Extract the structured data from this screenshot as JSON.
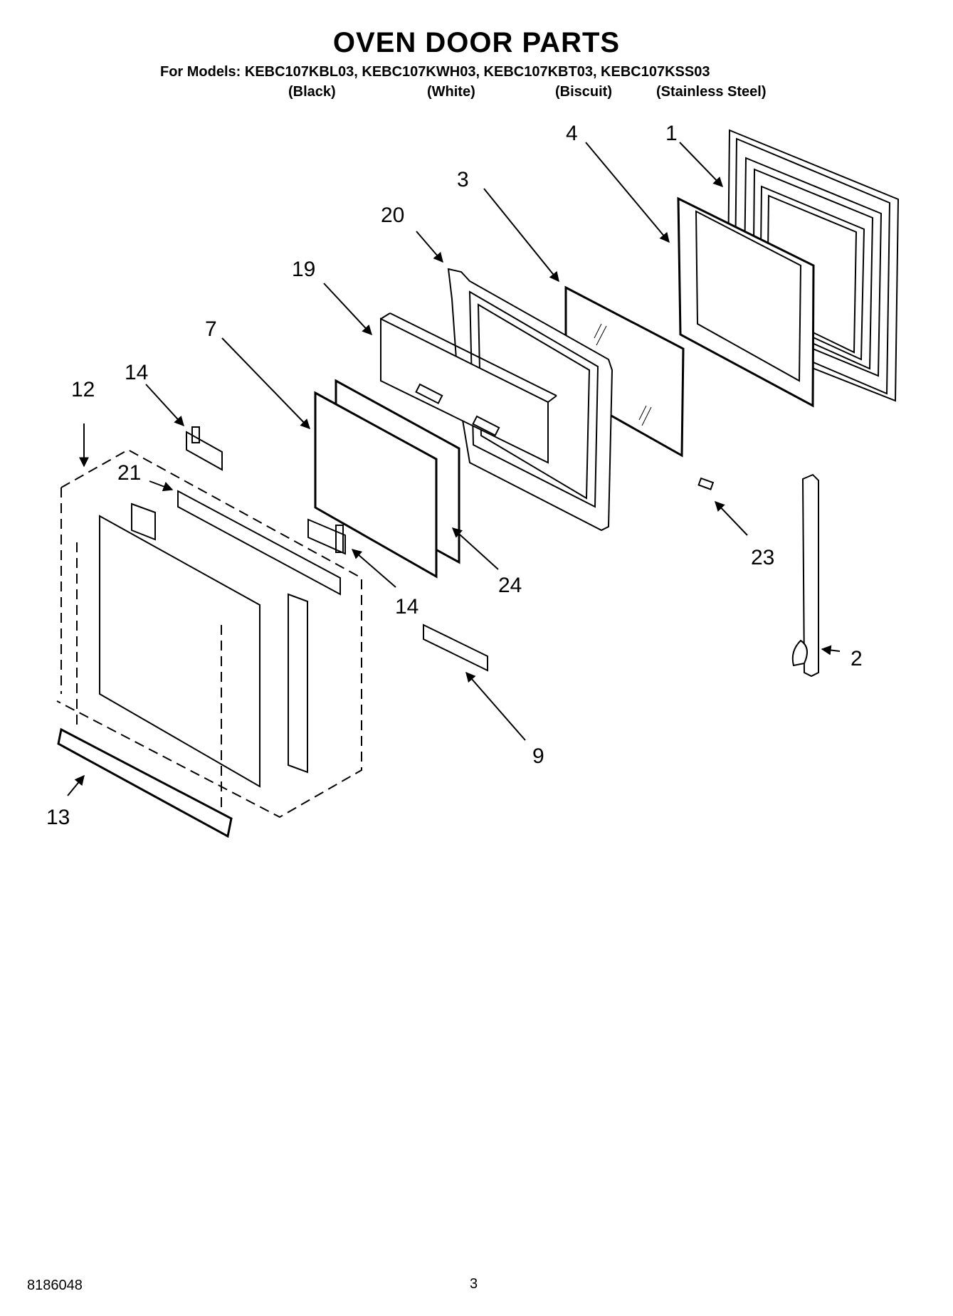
{
  "header": {
    "title": "OVEN DOOR PARTS",
    "models_line": "For Models: KEBC107KBL03, KEBC107KWH03, KEBC107KBT03, KEBC107KSS03",
    "colors": [
      "(Black)",
      "(White)",
      "(Biscuit)",
      "(Stainless Steel)"
    ]
  },
  "callouts": {
    "c1": "1",
    "c2": "2",
    "c3": "3",
    "c4": "4",
    "c7": "7",
    "c9": "9",
    "c12": "12",
    "c13": "13",
    "c14a": "14",
    "c14b": "14",
    "c19": "19",
    "c20": "20",
    "c21": "21",
    "c23": "23",
    "c24": "24"
  },
  "footer": {
    "doc_number": "8186048",
    "page_number": "3"
  }
}
